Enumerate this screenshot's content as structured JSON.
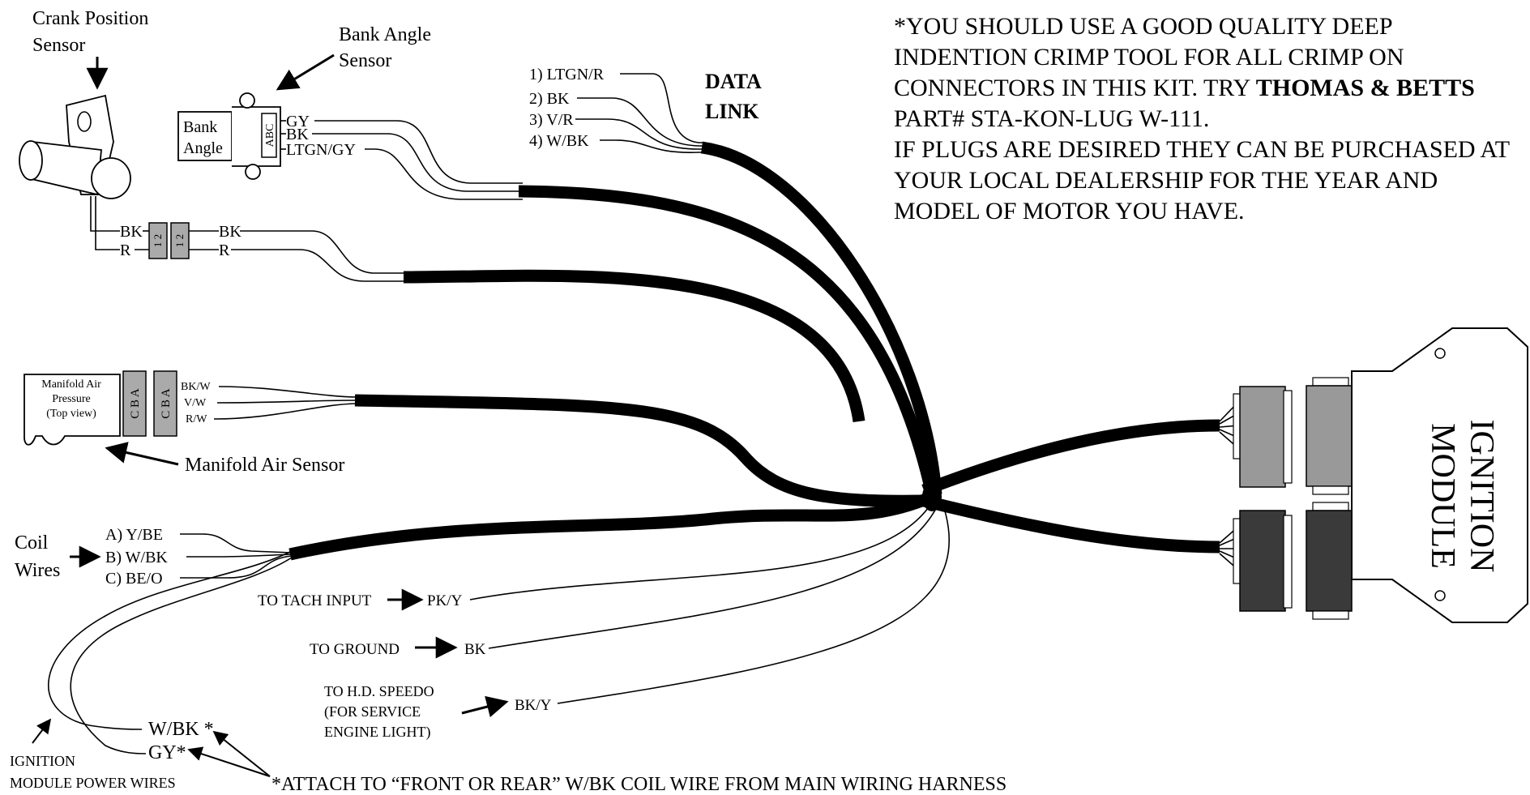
{
  "sensors": {
    "crank": {
      "title_line1": "Crank Position",
      "title_line2": "Sensor"
    },
    "bank": {
      "title_line1": "Bank Angle",
      "title_line2": "Sensor",
      "box_line1": "Bank",
      "box_line2": "Angle",
      "pins": "ABC"
    },
    "map": {
      "box_line1": "Manifold Air",
      "box_line2": "Pressure",
      "box_line3": "(Top view)",
      "pins": "C B A",
      "callout": "Manifold Air Sensor"
    }
  },
  "wires": {
    "crank": [
      "BK",
      "R"
    ],
    "crank_connector_pins": "1 2",
    "bank": [
      "GY",
      "BK",
      "LTGN/GY"
    ],
    "map": [
      "BK/W",
      "V/W",
      "R/W"
    ],
    "data_link": [
      "1) LTGN/R",
      "2) BK",
      "3) V/R",
      "4) W/BK"
    ],
    "coil": [
      "A) Y/BE",
      "B) W/BK",
      "C) BE/O"
    ],
    "tach": {
      "text": "TO TACH INPUT",
      "wire": "PK/Y"
    },
    "ground": {
      "text": "TO GROUND",
      "wire": "BK"
    },
    "speedo": {
      "line1": "TO H.D. SPEEDO",
      "line2": "(FOR SERVICE",
      "line3": "ENGINE LIGHT)",
      "wire": "BK/Y"
    },
    "power": [
      "W/BK *",
      "GY*"
    ]
  },
  "labels": {
    "data_link_line1": "DATA",
    "data_link_line2": "LINK",
    "coil_line1": "Coil",
    "coil_line2": "Wires",
    "power_line1": "IGNITION",
    "power_line2": "MODULE POWER WIRES",
    "attach_note": "*ATTACH TO “FRONT OR REAR” W/BK COIL WIRE FROM MAIN WIRING HARNESS",
    "module_line1": "IGNITION",
    "module_line2": "MODULE"
  },
  "notes": {
    "p1_before": "*YOU SHOULD USE A GOOD QUALITY DEEP INDENTION CRIMP TOOL FOR ALL CRIMP ON CONNECTORS IN THIS KIT. TRY ",
    "p1_bold": "THOMAS & BETTS",
    "p1_after": " PART# STA-KON-LUG W-111.",
    "p2": "IF PLUGS ARE DESIRED THEY CAN BE PURCHASED AT YOUR LOCAL DEALERSHIP FOR THE YEAR AND MODEL OF MOTOR YOU HAVE."
  },
  "colors": {
    "line": "#000000",
    "plug_light": "#999999",
    "plug_dark": "#3a3a3a",
    "connector_gray": "#aaaaaa"
  }
}
